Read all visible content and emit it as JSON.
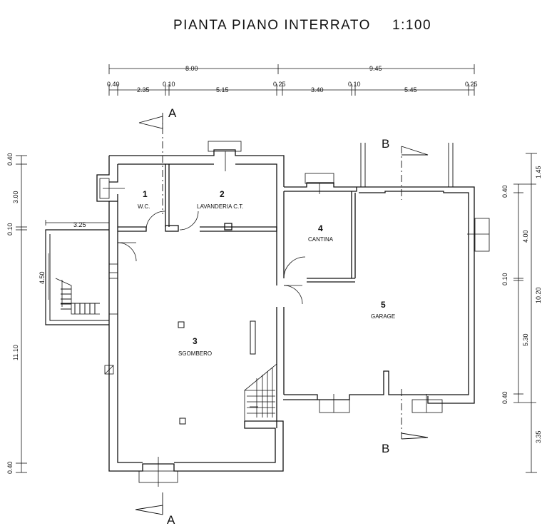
{
  "title": "PIANTA PIANO INTERRATO",
  "scale": "1:100",
  "sections": {
    "a": "A",
    "b": "B"
  },
  "top_dims": {
    "overall": [
      "8.00",
      "9.45"
    ],
    "detail": [
      "0.40",
      "2.35",
      "0.10",
      "5.15",
      "0.25",
      "3.40",
      "0.10",
      "5.45",
      "0.25"
    ]
  },
  "left_dims": [
    "0.40",
    "3.00",
    "0.10",
    "11.10",
    "0.40"
  ],
  "right_dims": [
    "0.40",
    "4.00",
    "0.10",
    "5.30",
    "0.40"
  ],
  "right_outer_dims": [
    "1.45",
    "10.20",
    "3.35"
  ],
  "stair_dims": {
    "width": "3.25",
    "height": "4.50"
  },
  "rooms": [
    {
      "number": "1",
      "name": "W.C."
    },
    {
      "number": "2",
      "name": "LAVANDERIA C.T."
    },
    {
      "number": "3",
      "name": "SGOMBERO"
    },
    {
      "number": "4",
      "name": "CANTINA"
    },
    {
      "number": "5",
      "name": "GARAGE"
    }
  ]
}
